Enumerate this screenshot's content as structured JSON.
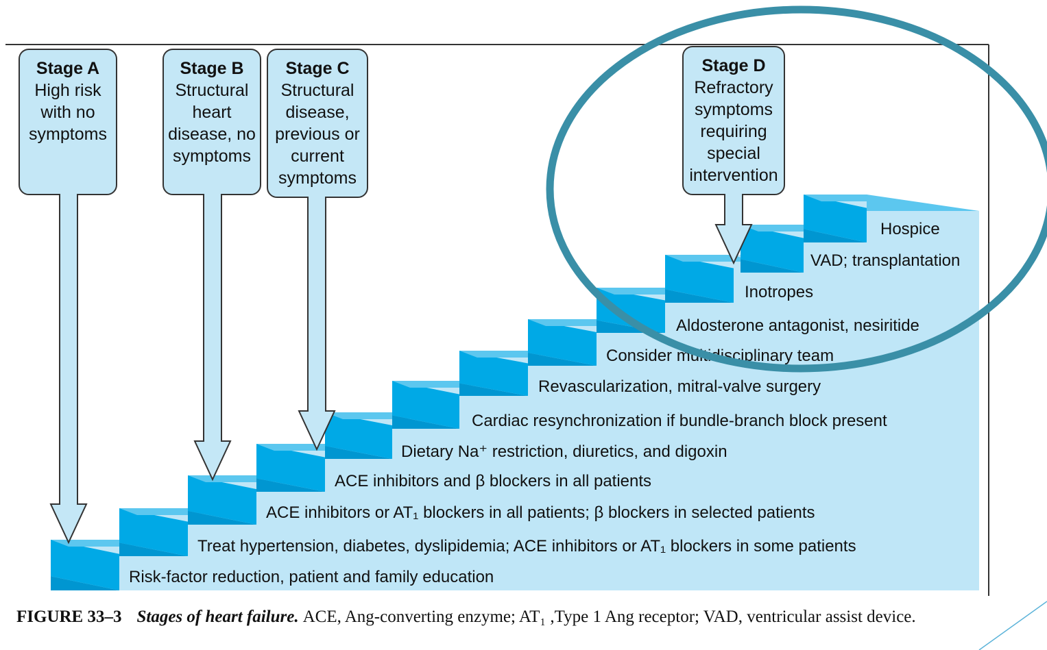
{
  "stages": [
    {
      "title": "Stage A",
      "lines": [
        "High risk",
        "with no",
        "symptoms"
      ]
    },
    {
      "title": "Stage B",
      "lines": [
        "Structural",
        "heart",
        "disease, no",
        "symptoms"
      ]
    },
    {
      "title": "Stage C",
      "lines": [
        "Structural",
        "disease,",
        "previous or",
        "current",
        "symptoms"
      ]
    },
    {
      "title": "Stage D",
      "lines": [
        "Refractory",
        "symptoms",
        "requiring",
        "special",
        "intervention"
      ]
    }
  ],
  "steps": [
    {
      "text": "Risk-factor reduction, patient and family education"
    },
    {
      "text": "Treat hypertension, diabetes, dyslipidemia; ACE inhibitors or AT₁ blockers in some patients"
    },
    {
      "text": "ACE inhibitors or AT₁ blockers in all patients; β blockers in selected patients"
    },
    {
      "text": "ACE inhibitors and β blockers in all patients"
    },
    {
      "text": "Dietary Na⁺ restriction, diuretics, and digoxin"
    },
    {
      "text": "Cardiac resynchronization if bundle-branch block present"
    },
    {
      "text": "Revascularization, mitral-valve surgery"
    },
    {
      "text": "Consider multidisciplinary team"
    },
    {
      "text": "Aldosterone antagonist, nesiritide"
    },
    {
      "text": "Inotropes"
    },
    {
      "text": "VAD; transplantation"
    },
    {
      "text": "Hospice"
    }
  ],
  "caption": {
    "figure": "FIGURE 33–3",
    "title": "Stages of heart failure.",
    "body": "ACE, Ang-converting enzyme; AT₁ ,Type 1 Ang receptor; VAD, ventricular assist device."
  },
  "colors": {
    "background_panel": "#bfe6f7",
    "step_face": "#00a9e6",
    "step_top": "#5cc7ef",
    "stage_box": "#c4e7f6",
    "highlight_ring": "#3a8fa7"
  }
}
